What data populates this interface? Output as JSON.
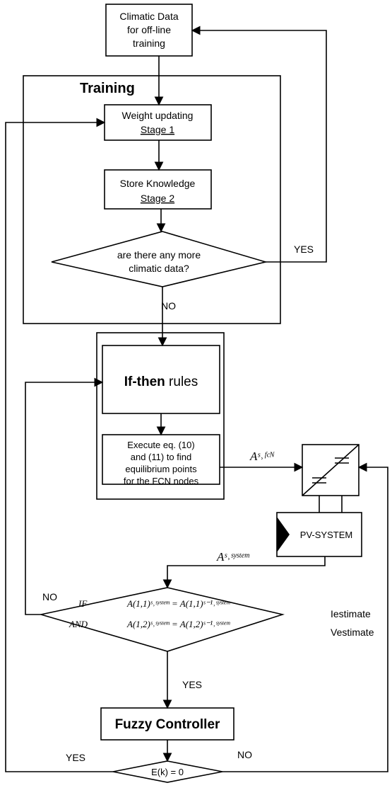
{
  "nodes": {
    "climatic": [
      "Climatic Data",
      "for off-line",
      "training"
    ],
    "training_label": "Training",
    "weight": {
      "line1": "Weight updating",
      "line2": "Stage 1"
    },
    "store": {
      "line1": "Store Knowledge",
      "line2": "Stage 2"
    },
    "more_data": [
      "are there any more",
      "climatic data?"
    ],
    "rules": {
      "bold": "If-then",
      "rest": " rules"
    },
    "execute": [
      "Execute eq. (10)",
      "and (11) to find",
      "equilibrium points",
      "for the FCN nodes"
    ],
    "pv": "PV-SYSTEM",
    "fuzzy": "Fuzzy Controller",
    "error": "E(k) = 0"
  },
  "condition": {
    "if": "IF",
    "and": "AND",
    "eq1": "A(1,1)ˢ˒ˢʸˢᵗᵉᵐ = A(1,1)ˢ⁻¹˒ˢʸˢᵗᵉᵐ",
    "eq2": "A(1,2)ˢ˒ˢʸˢᵗᵉᵐ = A(1,2)ˢ⁻¹˒ˢʸˢᵗᵉᵐ"
  },
  "signals": {
    "a_fcn": "Aˢ˒ᶠᶜᴺ",
    "a_system": "Aˢ˒ˢʸˢᵗᵉᵐ",
    "i_est": "Iestimate",
    "v_est": "Vestimate"
  },
  "labels": {
    "yes_top": "YES",
    "no_mid": "NO",
    "no_left": "NO",
    "yes_cond": "YES",
    "yes_bottom": "YES",
    "no_bottom": "NO"
  }
}
